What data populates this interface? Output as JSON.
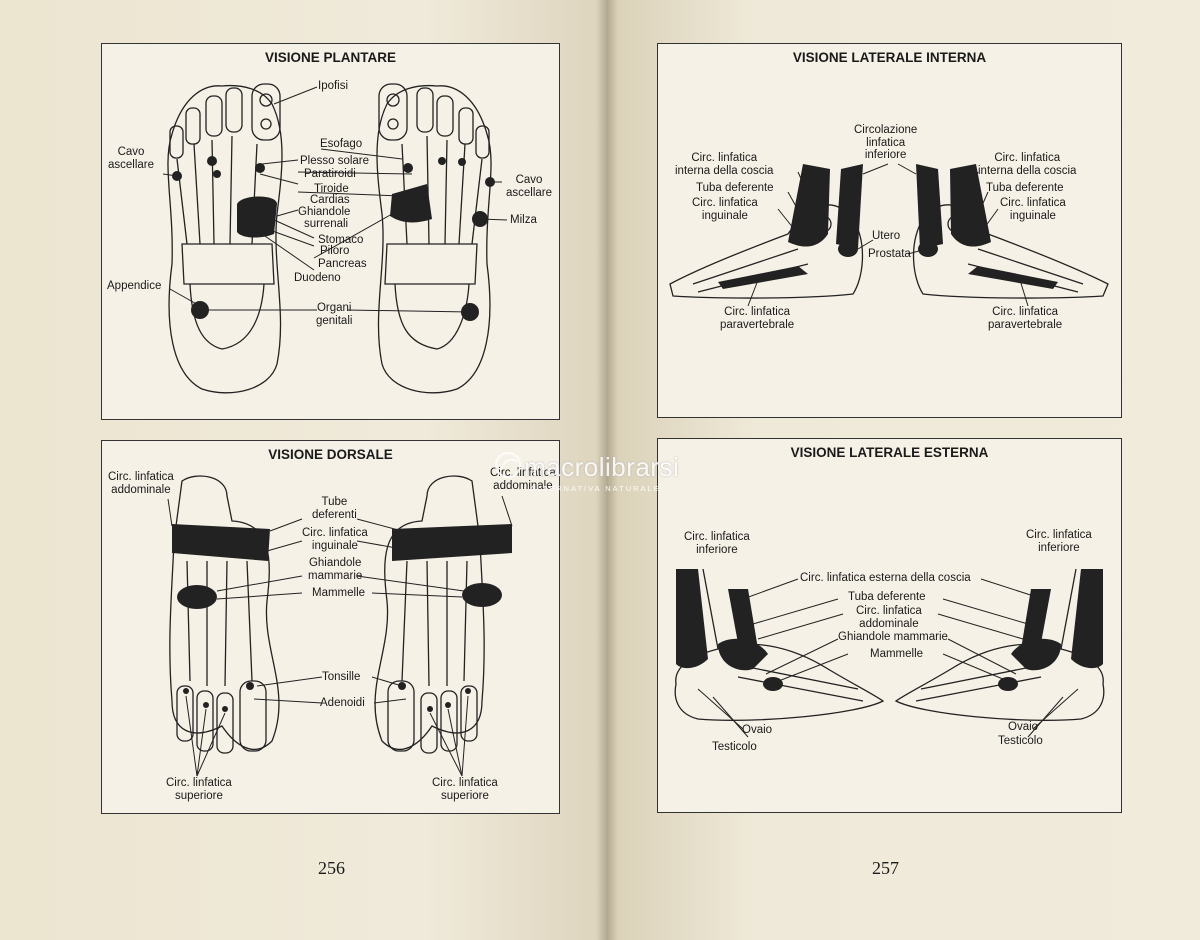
{
  "pages": {
    "left_number": "256",
    "right_number": "257"
  },
  "watermark": {
    "brand": "macrolibrarsi",
    "tagline": "ALTERNATIVA NATURALE"
  },
  "panels": {
    "plantare": {
      "title": "VISIONE PLANTARE",
      "labels": {
        "ipofisi": "Ipofisi",
        "esofago": "Esofago",
        "plesso": "Plesso solare",
        "paratiroidi": "Paratiroidi",
        "tiroide": "Tiroide",
        "cardias": "Cardias",
        "ghiandole": "Ghiandole",
        "surrenali": "surrenali",
        "stomaco": "Stomaco",
        "piloro": "Piloro",
        "pancreas": "Pancreas",
        "duodeno": "Duodeno",
        "cavo_l1": "Cavo",
        "cavo_l2": "ascellare",
        "cavo_r1": "Cavo",
        "cavo_r2": "ascellare",
        "milza": "Milza",
        "appendice": "Appendice",
        "organi": "Organi",
        "genitali": "genitali"
      }
    },
    "dorsale": {
      "title": "VISIONE DORSALE",
      "labels": {
        "addom_l1": "Circ. linfatica",
        "addom_l2": "addominale",
        "addom_r1": "Circ. linfatica",
        "addom_r2": "addominale",
        "tube1": "Tube",
        "tube2": "deferenti",
        "ingu1": "Circ. linfatica",
        "ingu2": "inguinale",
        "mamm1": "Ghiandole",
        "mamm2": "mammarie",
        "mammelle": "Mammelle",
        "tonsille": "Tonsille",
        "adenoidi": "Adenoidi",
        "sup_l1": "Circ. linfatica",
        "sup_l2": "superiore",
        "sup_r1": "Circ. linfatica",
        "sup_r2": "superiore"
      }
    },
    "interna": {
      "title": "VISIONE LATERALE INTERNA",
      "labels": {
        "circ1": "Circolazione",
        "circ2": "linfatica",
        "circ3": "inferiore",
        "coscia_l1": "Circ. linfatica",
        "coscia_l2": "interna della coscia",
        "coscia_r1": "Circ. linfatica",
        "coscia_r2": "interna della coscia",
        "tuba_l": "Tuba deferente",
        "tuba_r": "Tuba deferente",
        "ingu_l1": "Circ. linfatica",
        "ingu_l2": "inguinale",
        "ingu_r1": "Circ. linfatica",
        "ingu_r2": "inguinale",
        "utero": "Utero",
        "prostata": "Prostata",
        "para_l1": "Circ. linfatica",
        "para_l2": "paravertebrale",
        "para_r1": "Circ. linfatica",
        "para_r2": "paravertebrale"
      }
    },
    "esterna": {
      "title": "VISIONE LATERALE ESTERNA",
      "labels": {
        "inf_l1": "Circ. linfatica",
        "inf_l2": "inferiore",
        "inf_r1": "Circ. linfatica",
        "inf_r2": "inferiore",
        "coscia": "Circ. linfatica esterna della coscia",
        "tuba": "Tuba deferente",
        "addom1": "Circ. linfatica",
        "addom2": "addominale",
        "ghiand": "Ghiandole mammarie",
        "mammelle": "Mammelle",
        "ovaio_l": "Ovaio",
        "testicolo_l": "Testicolo",
        "ovaio_r": "Ovaio",
        "testicolo_r": "Testicolo"
      }
    }
  }
}
